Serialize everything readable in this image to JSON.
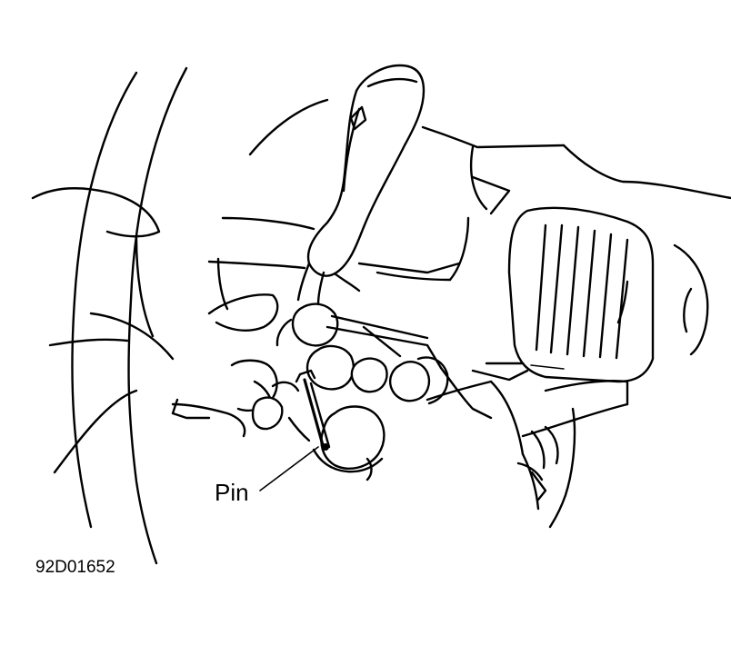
{
  "callout": {
    "label": "Pin"
  },
  "figure": {
    "id": "92D01652"
  },
  "colors": {
    "line": "#000000",
    "background": "#ffffff"
  },
  "parts": [
    "steering-wheel-rim",
    "tilt-lever",
    "instrument-panel",
    "air-vent",
    "steering-column",
    "tilt-mechanism-bracket",
    "pin"
  ]
}
